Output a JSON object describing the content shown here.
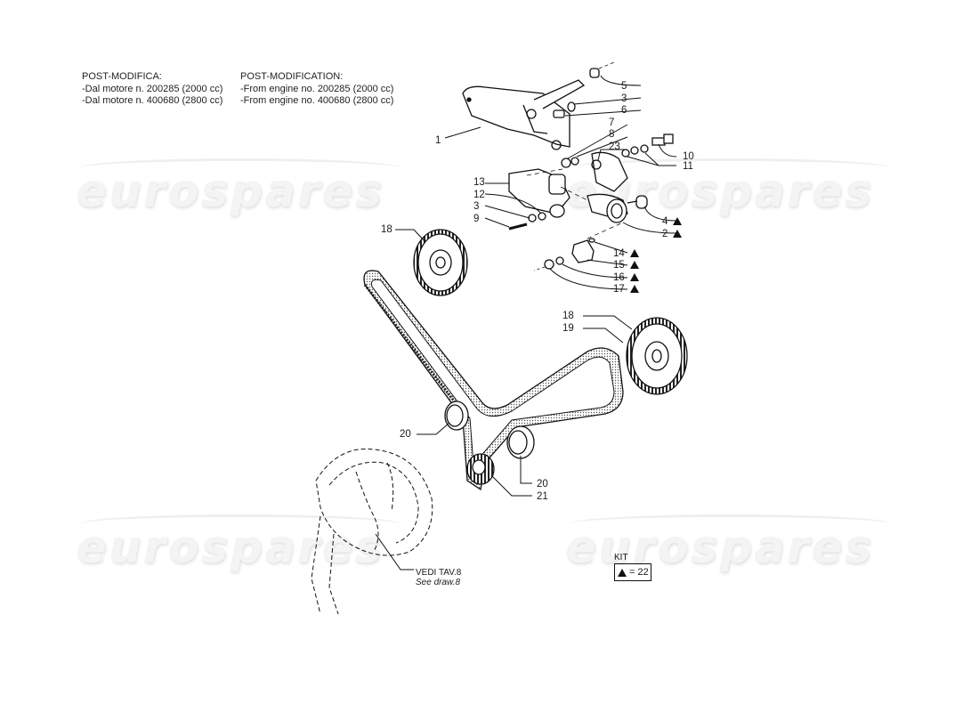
{
  "header": {
    "italian": {
      "title": "POST-MODIFICA:",
      "lines": [
        "-Dal motore n. 200285 (2000 cc)",
        "-Dal motore n. 400680 (2800 cc)"
      ]
    },
    "english": {
      "title": "POST-MODIFICATION:",
      "lines": [
        "-From engine no. 200285 (2000 cc)",
        "-From engine no. 400680 (2800 cc)"
      ]
    }
  },
  "watermark": {
    "text": "eurospares",
    "color": "#f2f2f2"
  },
  "callouts": [
    {
      "id": "1",
      "label": "1",
      "kit": false
    },
    {
      "id": "5",
      "label": "5",
      "kit": false
    },
    {
      "id": "3a",
      "label": "3",
      "kit": false
    },
    {
      "id": "6",
      "label": "6",
      "kit": false
    },
    {
      "id": "7",
      "label": "7",
      "kit": false
    },
    {
      "id": "8",
      "label": "8",
      "kit": false
    },
    {
      "id": "23",
      "label": "23",
      "kit": false
    },
    {
      "id": "10",
      "label": "10",
      "kit": false
    },
    {
      "id": "11",
      "label": "11",
      "kit": false
    },
    {
      "id": "13",
      "label": "13",
      "kit": false
    },
    {
      "id": "12",
      "label": "12",
      "kit": false
    },
    {
      "id": "3b",
      "label": "3",
      "kit": false
    },
    {
      "id": "9",
      "label": "9",
      "kit": false
    },
    {
      "id": "4",
      "label": "4",
      "kit": true
    },
    {
      "id": "2",
      "label": "2",
      "kit": true
    },
    {
      "id": "14",
      "label": "14",
      "kit": true
    },
    {
      "id": "15",
      "label": "15",
      "kit": true
    },
    {
      "id": "16",
      "label": "16",
      "kit": true
    },
    {
      "id": "17",
      "label": "17",
      "kit": true
    },
    {
      "id": "18a",
      "label": "18",
      "kit": false
    },
    {
      "id": "18b",
      "label": "18",
      "kit": false
    },
    {
      "id": "19",
      "label": "19",
      "kit": false
    },
    {
      "id": "20a",
      "label": "20",
      "kit": false
    },
    {
      "id": "20b",
      "label": "20",
      "kit": false
    },
    {
      "id": "21",
      "label": "21",
      "kit": false
    }
  ],
  "see_drawing": {
    "italian": "VEDI TAV.8",
    "english": "See draw.8"
  },
  "kit_legend": {
    "title": "KIT",
    "symbol": "triangle",
    "text": "= 22"
  }
}
